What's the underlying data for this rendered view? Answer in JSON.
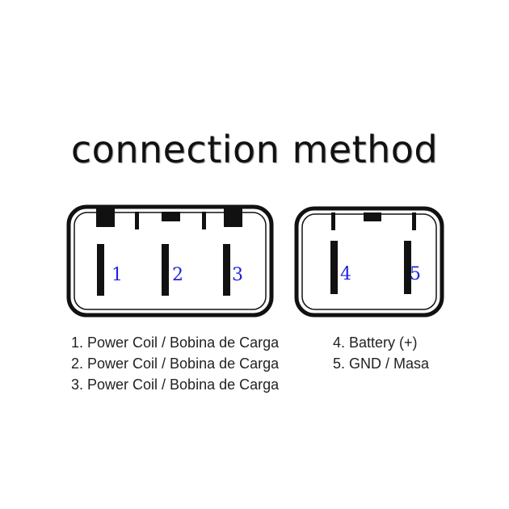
{
  "title": "connection method",
  "colors": {
    "outline": "#111111",
    "pin": "#111111",
    "pin_label": "#2222dd",
    "text": "#222222"
  },
  "connectors": [
    {
      "pins": [
        "1",
        "2",
        "3"
      ]
    },
    {
      "pins": [
        "4",
        "5"
      ]
    }
  ],
  "legend_left": [
    "1. Power Coil / Bobina de Carga",
    "2. Power Coil / Bobina de Carga",
    "3. Power Coil / Bobina de Carga"
  ],
  "legend_right": [
    "4. Battery (+)",
    "5. GND / Masa"
  ]
}
